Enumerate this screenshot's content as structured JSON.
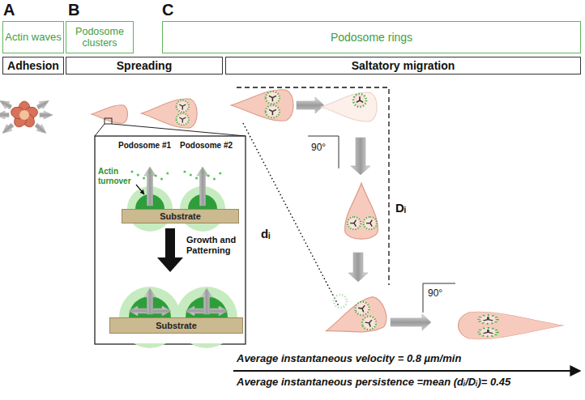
{
  "diagram": {
    "nodes": [
      {
        "text": [
          "Actin waves"
        ]
      },
      {
        "text": [
          "Podosome clusters"
        ]
      },
      {
        "text": [
          "Podosome rings"
        ]
      },
      {
        "text": [
          "Adhesion"
        ]
      },
      {
        "text": [
          "Spreading"
        ]
      },
      {
        "text": [
          "Saltatory migration"
        ]
      },
      {
        "text": [
          "Substrate"
        ]
      },
      {
        "text": [
          "Substrate"
        ]
      }
    ],
    "labels": [
      "A",
      "B",
      "C",
      "Podosome #1",
      "Podosome #2",
      "Actin turnover",
      "Growth and Patterning",
      "90°",
      "90°",
      "Dᵢ",
      "dᵢ",
      "Average instantaneous velocity = 0.8 µm/min",
      "Average instantaneous persistence =mean (dᵢ/Dᵢ)= 0.45"
    ]
  }
}
